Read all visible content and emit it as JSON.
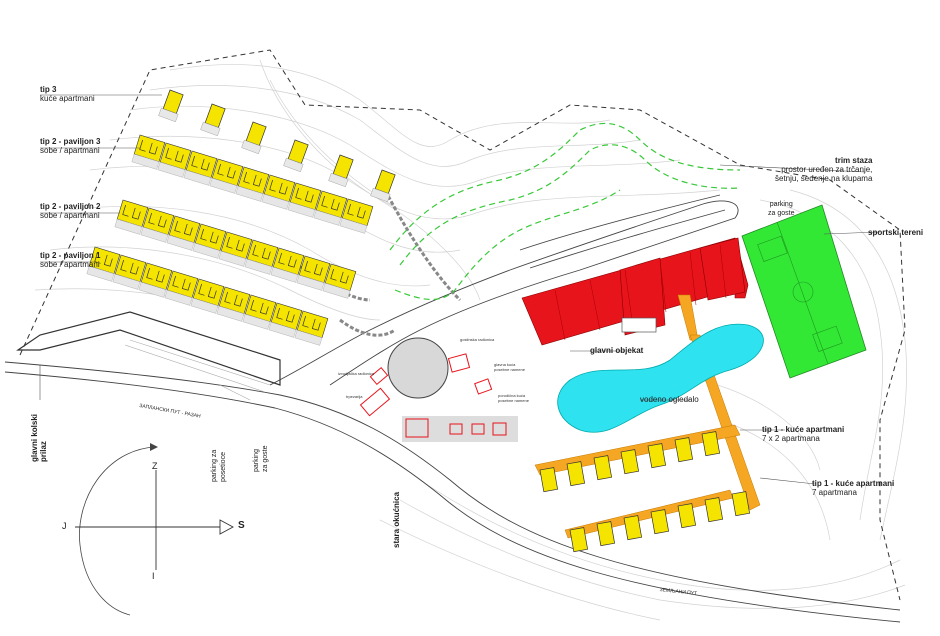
{
  "labels": {
    "tip3": {
      "title": "tip 3",
      "sub": "kuće apartmani"
    },
    "tip2_p3": {
      "title": "tip 2 - paviljon 3",
      "sub": "sobe / apartmani"
    },
    "tip2_p2": {
      "title": "tip 2 - paviljon 2",
      "sub": "sobe / apartmani"
    },
    "tip2_p1": {
      "title": "tip 2 - paviljon 1",
      "sub": "sobe / apartmani"
    },
    "trim": {
      "title": "trim staza",
      "line1": "prostor uređen za trčanje,",
      "line2": "šetnju, sedenje na klupama"
    },
    "parking_goste_top": {
      "line1": "parking",
      "line2": "za goste"
    },
    "sport": {
      "title": "sportski tereni"
    },
    "glavni_objekat": {
      "title": "glavni objekat"
    },
    "vodeno": {
      "title": "vodeno ogledalo"
    },
    "tip1_a": {
      "title": "tip 1 - kuće apartmani",
      "sub": "7 x 2 apartmana"
    },
    "tip1_b": {
      "title": "tip 1 - kuće apartmani",
      "sub": "7 apartmana"
    },
    "glavni_kolski": {
      "line1": "glavni kolski",
      "line2": "prilaz"
    },
    "parking_posetioce": {
      "line1": "parking za",
      "line2": "posetioce"
    },
    "parking_goste_bottom": {
      "line1": "parking",
      "line2": "za goste"
    },
    "stara_okucnica": {
      "title": "stara okućnica"
    },
    "road_top": {
      "title": "ЗАПЛАНСКИ ПУТ - РАЗАН"
    },
    "road_bottom": {
      "title": "ЗЕМЉАНИ ПУТ"
    },
    "small": {
      "a": "gostinska radionica",
      "b": "glavna kuća",
      "b2": "posebne namene",
      "c": "porodična kuća",
      "c2": "posebne namene",
      "d": "izvodjačka radionica",
      "e": "trpezarija"
    }
  },
  "compass": {
    "north": "Z",
    "south": "I",
    "west": "J",
    "east": "S"
  },
  "colors": {
    "yellow": "#F5E400",
    "red": "#E8141C",
    "orange": "#F5A623",
    "green": "#32E835",
    "water": "#2EE2F0",
    "trail": "#39C839",
    "line": "#333333",
    "contour": "#cfcfcf"
  }
}
